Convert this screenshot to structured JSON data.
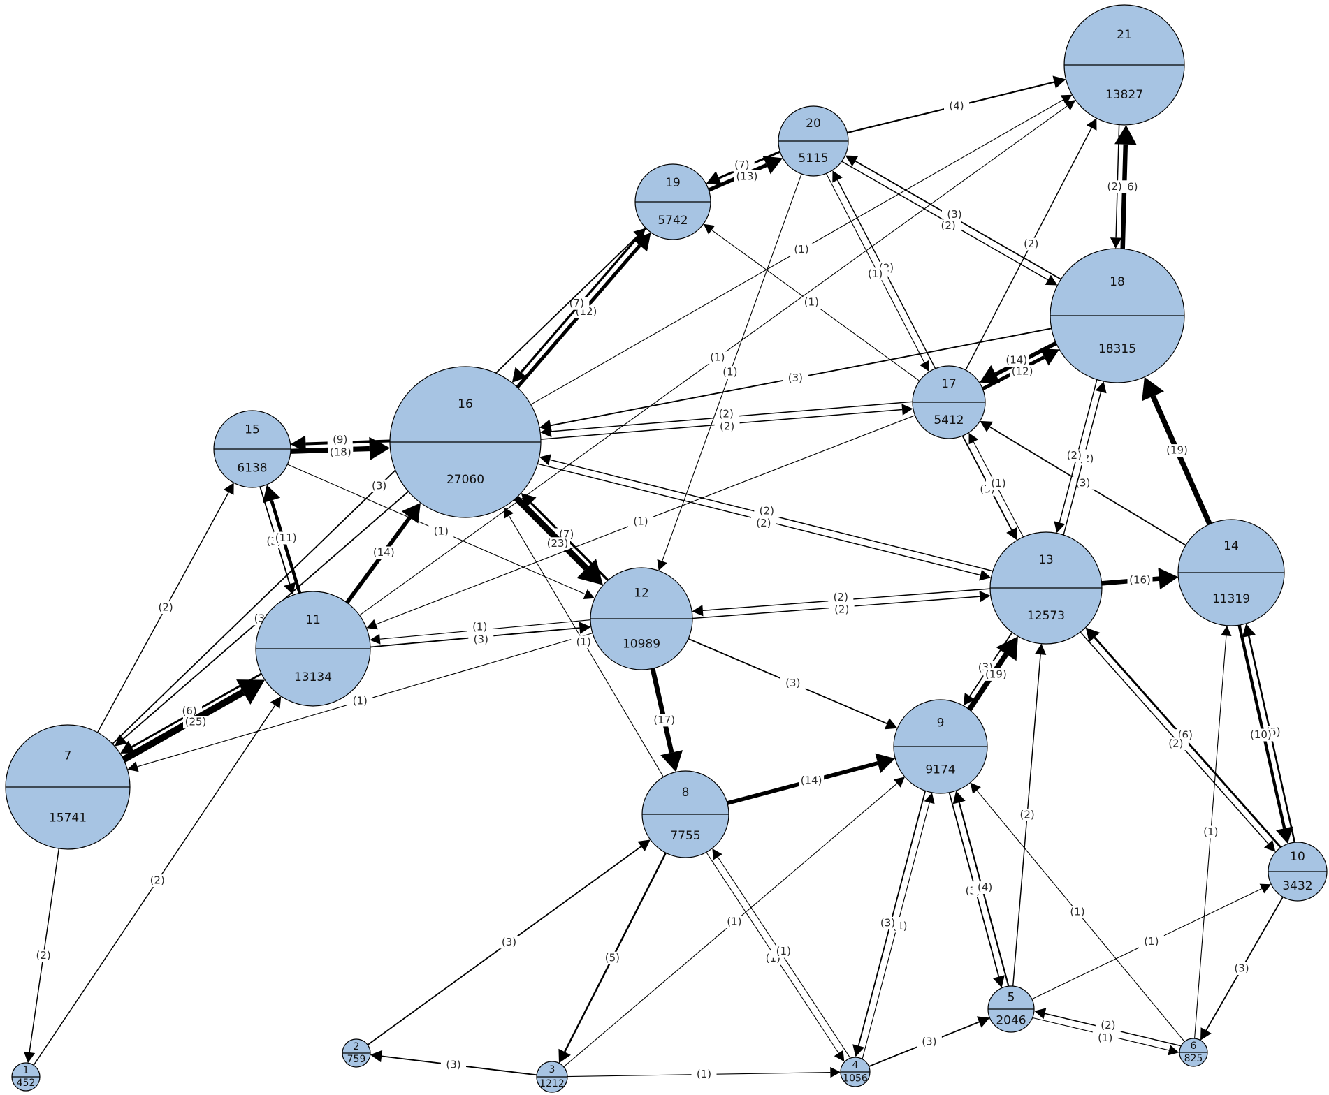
{
  "diagram": {
    "colors": {
      "node_fill": "#a7c4e3",
      "node_stroke": "#000000",
      "edge": "#000000",
      "label": "#2b2b2b"
    },
    "nodes": [
      {
        "id": "1",
        "value": "452"
      },
      {
        "id": "2",
        "value": "759"
      },
      {
        "id": "3",
        "value": "1212"
      },
      {
        "id": "4",
        "value": "1056"
      },
      {
        "id": "5",
        "value": "2046"
      },
      {
        "id": "6",
        "value": "825"
      },
      {
        "id": "7",
        "value": "15741"
      },
      {
        "id": "8",
        "value": "7755"
      },
      {
        "id": "9",
        "value": "9174"
      },
      {
        "id": "10",
        "value": "3432"
      },
      {
        "id": "11",
        "value": "13134"
      },
      {
        "id": "12",
        "value": "10989"
      },
      {
        "id": "13",
        "value": "12573"
      },
      {
        "id": "14",
        "value": "11319"
      },
      {
        "id": "15",
        "value": "6138"
      },
      {
        "id": "16",
        "value": "27060"
      },
      {
        "id": "17",
        "value": "5412"
      },
      {
        "id": "18",
        "value": "18315"
      },
      {
        "id": "19",
        "value": "5742"
      },
      {
        "id": "20",
        "value": "5115"
      },
      {
        "id": "21",
        "value": "13827"
      }
    ],
    "edges": [
      {
        "from": "3",
        "to": "2",
        "label": "(3)",
        "weight": 3
      },
      {
        "from": "3",
        "to": "4",
        "label": "(1)",
        "weight": 1
      },
      {
        "from": "3",
        "to": "9",
        "label": "(1)",
        "weight": 1
      },
      {
        "from": "2",
        "to": "8",
        "label": "(3)",
        "weight": 3
      },
      {
        "from": "8",
        "to": "3",
        "label": "(5)",
        "weight": 5
      },
      {
        "from": "8",
        "to": "4",
        "label": "(1)",
        "weight": 1
      },
      {
        "from": "4",
        "to": "8",
        "label": "(1)",
        "weight": 1
      },
      {
        "from": "4",
        "to": "5",
        "label": "(3)",
        "weight": 3
      },
      {
        "from": "4",
        "to": "9",
        "label": "(1)",
        "weight": 1
      },
      {
        "from": "9",
        "to": "4",
        "label": "(3)",
        "weight": 3
      },
      {
        "from": "9",
        "to": "5",
        "label": "(3)",
        "weight": 3
      },
      {
        "from": "5",
        "to": "9",
        "label": "(4)",
        "weight": 4
      },
      {
        "from": "5",
        "to": "6",
        "label": "(1)",
        "weight": 1
      },
      {
        "from": "6",
        "to": "5",
        "label": "(2)",
        "weight": 2
      },
      {
        "from": "5",
        "to": "13",
        "label": "(2)",
        "weight": 2
      },
      {
        "from": "5",
        "to": "10",
        "label": "(1)",
        "weight": 1
      },
      {
        "from": "6",
        "to": "9",
        "label": "(1)",
        "weight": 1
      },
      {
        "from": "6",
        "to": "14",
        "label": "(1)",
        "weight": 1
      },
      {
        "from": "10",
        "to": "6",
        "label": "(3)",
        "weight": 3
      },
      {
        "from": "10",
        "to": "13",
        "label": "(6)",
        "weight": 6
      },
      {
        "from": "13",
        "to": "10",
        "label": "(2)",
        "weight": 2
      },
      {
        "from": "10",
        "to": "14",
        "label": "(5)",
        "weight": 5
      },
      {
        "from": "14",
        "to": "10",
        "label": "(10)",
        "weight": 10
      },
      {
        "from": "14",
        "to": "18",
        "label": "(19)",
        "weight": 19
      },
      {
        "from": "14",
        "to": "17",
        "label": "(3)",
        "weight": 3
      },
      {
        "from": "13",
        "to": "14",
        "label": "(16)",
        "weight": 16
      },
      {
        "from": "13",
        "to": "18",
        "label": "(2)",
        "weight": 2
      },
      {
        "from": "13",
        "to": "12",
        "label": "(2)",
        "weight": 2
      },
      {
        "from": "13",
        "to": "16",
        "label": "(2)",
        "weight": 2
      },
      {
        "from": "13",
        "to": "9",
        "label": "(3)",
        "weight": 3
      },
      {
        "from": "9",
        "to": "13",
        "label": "(19)",
        "weight": 19
      },
      {
        "from": "8",
        "to": "9",
        "label": "(14)",
        "weight": 14
      },
      {
        "from": "12",
        "to": "9",
        "label": "(3)",
        "weight": 3
      },
      {
        "from": "12",
        "to": "8",
        "label": "(17)",
        "weight": 17
      },
      {
        "from": "12",
        "to": "13",
        "label": "(2)",
        "weight": 2
      },
      {
        "from": "12",
        "to": "11",
        "label": "(1)",
        "weight": 1
      },
      {
        "from": "12",
        "to": "16",
        "label": "(7)",
        "weight": 7
      },
      {
        "from": "16",
        "to": "12",
        "label": "(23)",
        "weight": 23
      },
      {
        "from": "16",
        "to": "13",
        "label": "(2)",
        "weight": 2
      },
      {
        "from": "16",
        "to": "15",
        "label": "(9)",
        "weight": 9
      },
      {
        "from": "16",
        "to": "17",
        "label": "(2)",
        "weight": 2
      },
      {
        "from": "16",
        "to": "19",
        "label": "(12)",
        "weight": 12
      },
      {
        "from": "16",
        "to": "7",
        "label": "(3)",
        "weight": 3
      },
      {
        "from": "15",
        "to": "16",
        "label": "(18)",
        "weight": 18
      },
      {
        "from": "15",
        "to": "11",
        "label": "(3)",
        "weight": 3
      },
      {
        "from": "15",
        "to": "12",
        "label": "(1)",
        "weight": 1
      },
      {
        "from": "11",
        "to": "15",
        "label": "(11)",
        "weight": 11
      },
      {
        "from": "11",
        "to": "16",
        "label": "(14)",
        "weight": 14
      },
      {
        "from": "11",
        "to": "7",
        "label": "(6)",
        "weight": 6
      },
      {
        "from": "11",
        "to": "12",
        "label": "(3)",
        "weight": 3
      },
      {
        "from": "7",
        "to": "11",
        "label": "(25)",
        "weight": 25
      },
      {
        "from": "7",
        "to": "15",
        "label": "(2)",
        "weight": 2
      },
      {
        "from": "7",
        "to": "1",
        "label": "(2)",
        "weight": 2
      },
      {
        "from": "1",
        "to": "11",
        "label": "(2)",
        "weight": 2
      },
      {
        "from": "12",
        "to": "7",
        "label": "(1)",
        "weight": 1
      },
      {
        "from": "8",
        "to": "16",
        "label": "(1)",
        "weight": 1
      },
      {
        "from": "17",
        "to": "11",
        "label": "(1)",
        "weight": 1
      },
      {
        "from": "17",
        "to": "16",
        "label": "(2)",
        "weight": 2
      },
      {
        "from": "17",
        "to": "18",
        "label": "(12)",
        "weight": 12
      },
      {
        "from": "17",
        "to": "13",
        "label": "(3)",
        "weight": 3
      },
      {
        "from": "13",
        "to": "17",
        "label": "(1)",
        "weight": 1
      },
      {
        "from": "17",
        "to": "20",
        "label": "(2)",
        "weight": 2
      },
      {
        "from": "17",
        "to": "21",
        "label": "(2)",
        "weight": 2
      },
      {
        "from": "17",
        "to": "19",
        "label": "(1)",
        "weight": 1
      },
      {
        "from": "18",
        "to": "17",
        "label": "(14)",
        "weight": 14
      },
      {
        "from": "18",
        "to": "21",
        "label": "(16)",
        "weight": 16
      },
      {
        "from": "18",
        "to": "16",
        "label": "(3)",
        "weight": 3
      },
      {
        "from": "18",
        "to": "20",
        "label": "(3)",
        "weight": 3
      },
      {
        "from": "18",
        "to": "13",
        "label": "(2)",
        "weight": 2
      },
      {
        "from": "21",
        "to": "18",
        "label": "(2)",
        "weight": 2
      },
      {
        "from": "20",
        "to": "21",
        "label": "(4)",
        "weight": 4
      },
      {
        "from": "20",
        "to": "19",
        "label": "(7)",
        "weight": 7
      },
      {
        "from": "19",
        "to": "20",
        "label": "(13)",
        "weight": 13
      },
      {
        "from": "19",
        "to": "16",
        "label": "(7)",
        "weight": 7
      },
      {
        "from": "20",
        "to": "12",
        "label": "(1)",
        "weight": 1
      },
      {
        "from": "20",
        "to": "17",
        "label": "(1)",
        "weight": 1
      },
      {
        "from": "20",
        "to": "18",
        "label": "(2)",
        "weight": 2
      },
      {
        "from": "16",
        "to": "21",
        "label": "(1)",
        "weight": 1
      },
      {
        "from": "11",
        "to": "21",
        "label": "(1)",
        "weight": 1
      },
      {
        "from": "7",
        "to": "19",
        "label": "(3)",
        "weight": 3
      }
    ]
  }
}
